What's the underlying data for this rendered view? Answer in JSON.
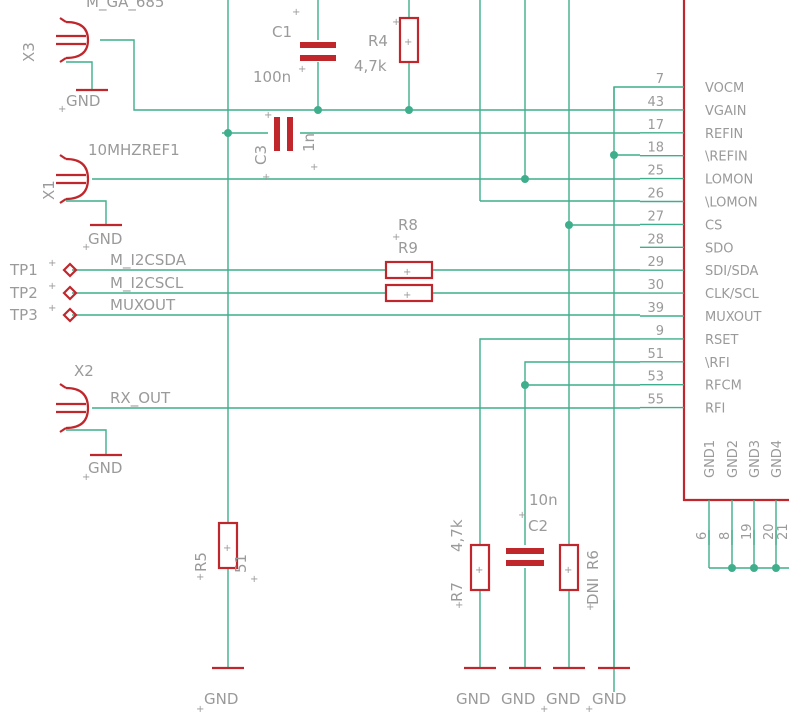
{
  "labels": {
    "top_net": "M_GA_685",
    "refclk": "10MHZREF1",
    "sda": "M_I2CSDA",
    "scl": "M_I2CSCL",
    "muxout": "MUXOUT",
    "rxout": "RX_OUT",
    "gnd": "GND"
  },
  "connectors": {
    "x1": "X1",
    "x2": "X2",
    "x3": "X3"
  },
  "testpoints": {
    "tp1": "TP1",
    "tp2": "TP2",
    "tp3": "TP3"
  },
  "components": {
    "c1_name": "C1",
    "c1_value": "100n",
    "c2_name": "C2",
    "c2_value": "10n",
    "c3_name": "C3",
    "c3_value": "1n",
    "r4_name": "R4",
    "r4_value": "4,7k",
    "r5_name": "R5",
    "r5_value": "51",
    "r6_name": "R6",
    "r6_value": "DNI",
    "r7_name": "R7",
    "r7_value": "4,7k",
    "r8_name": "R8",
    "r9_name": "R9"
  },
  "ic": {
    "pins": [
      {
        "num": "7",
        "name": "VOCM"
      },
      {
        "num": "43",
        "name": "VGAIN"
      },
      {
        "num": "17",
        "name": "REFIN"
      },
      {
        "num": "18",
        "name": "\\REFIN"
      },
      {
        "num": "25",
        "name": "LOMON"
      },
      {
        "num": "26",
        "name": "\\LOMON"
      },
      {
        "num": "27",
        "name": "CS"
      },
      {
        "num": "28",
        "name": "SDO"
      },
      {
        "num": "29",
        "name": "SDI/SDA"
      },
      {
        "num": "30",
        "name": "CLK/SCL"
      },
      {
        "num": "39",
        "name": "MUXOUT"
      },
      {
        "num": "9",
        "name": "RSET"
      },
      {
        "num": "51",
        "name": "\\RFI"
      },
      {
        "num": "53",
        "name": "RFCM"
      },
      {
        "num": "55",
        "name": "RFI"
      }
    ],
    "gnd_pins": [
      {
        "num": "6",
        "name": "GND1"
      },
      {
        "num": "8",
        "name": "GND2"
      },
      {
        "num": "19",
        "name": "GND3"
      },
      {
        "num": "20",
        "name": "GND4"
      }
    ],
    "cut_pin": "21"
  },
  "plus": "+"
}
